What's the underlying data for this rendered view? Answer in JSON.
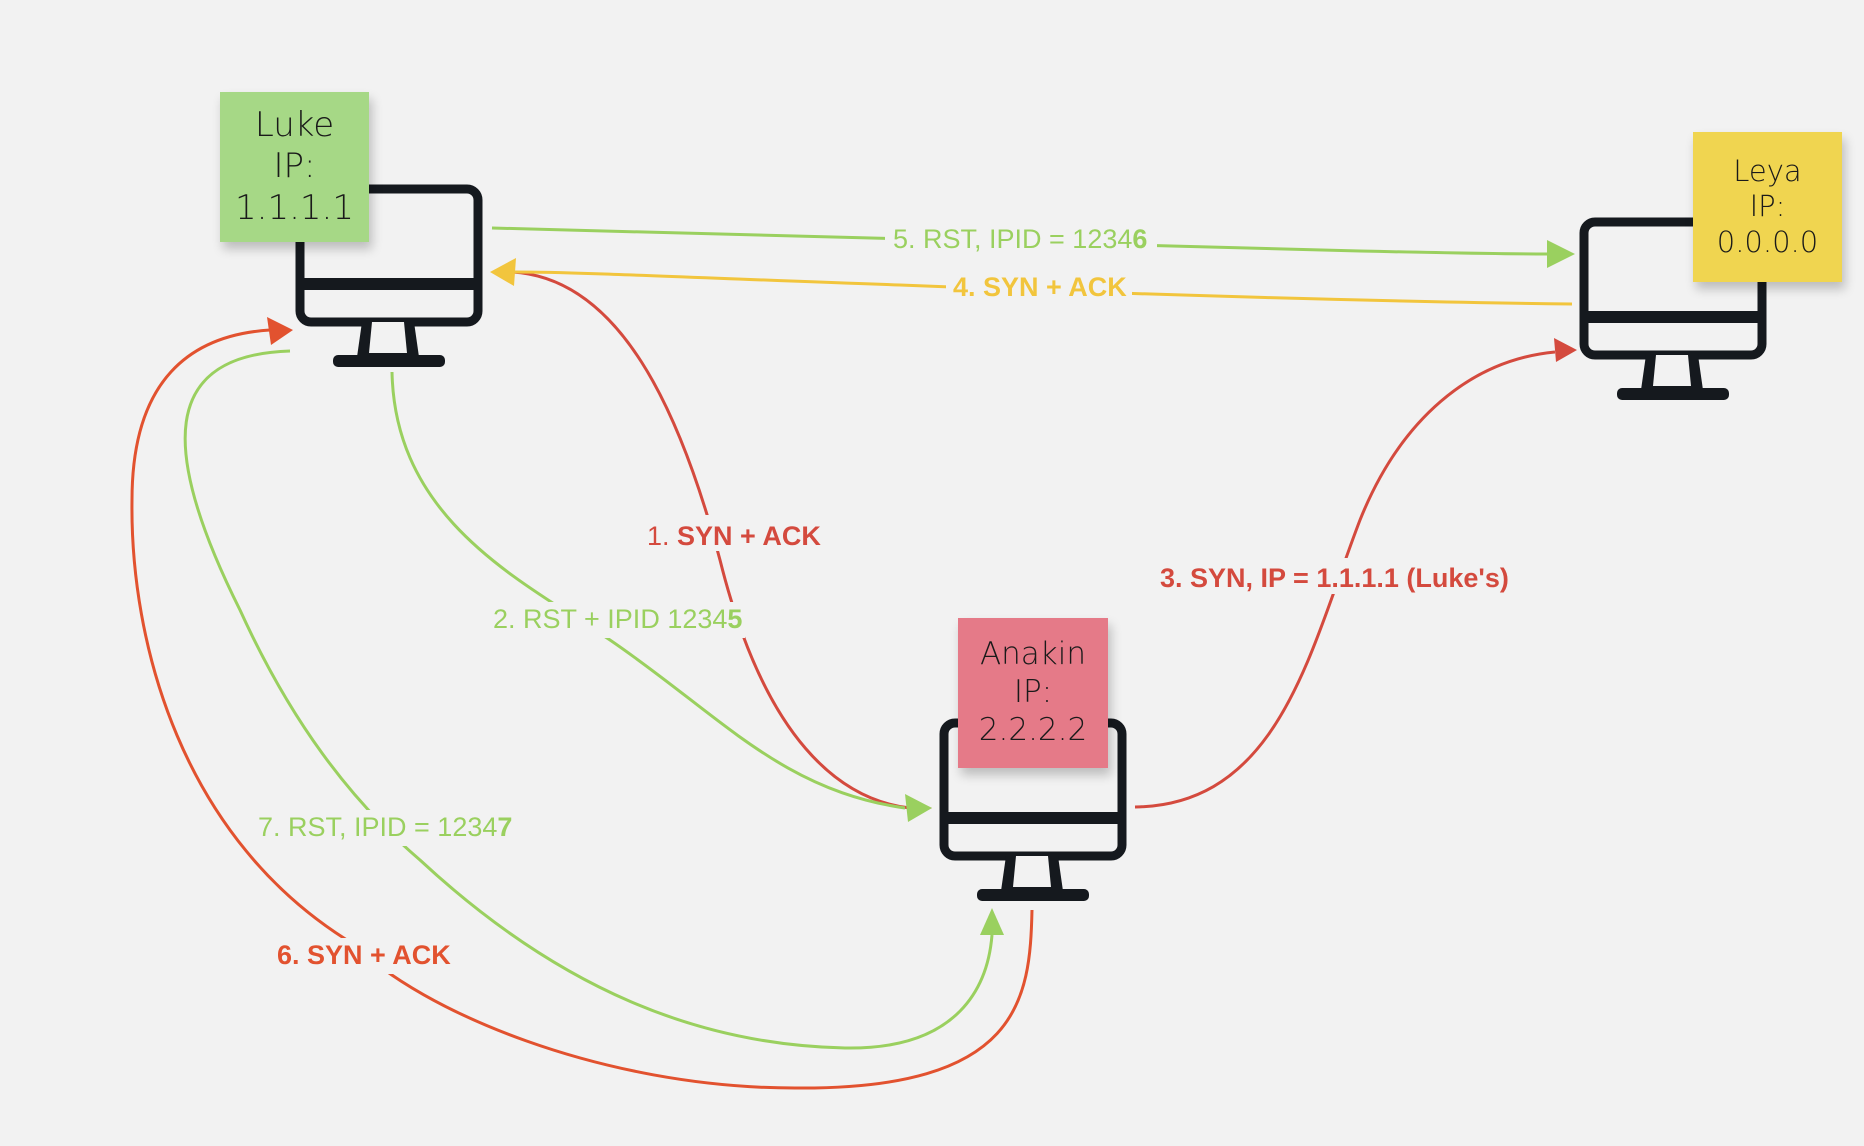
{
  "colors": {
    "green": "#9ad05f",
    "yellow": "#f2c53d",
    "red": "#d44a3e",
    "orange_red": "#e2522f",
    "monitor": "#15191e",
    "background": "#f2f2f2"
  },
  "nodes": {
    "luke": {
      "line1": "Luke",
      "line2": "IP: 1.1.1.1",
      "note_color": "#a6d886"
    },
    "leya": {
      "line1": "Leya",
      "line2": "IP:",
      "line3": "0.0.0.0",
      "note_color": "#f0d550"
    },
    "anakin": {
      "line1": "Anakin",
      "line2": "IP:",
      "line3": "2.2.2.2",
      "note_color": "#e57a88"
    }
  },
  "edges": {
    "e1": {
      "prefix": "1. ",
      "text": "SYN + ACK"
    },
    "e2": {
      "prefix": "2. RST + IPID 1234",
      "suffix": "5"
    },
    "e3": {
      "text": "3. SYN, IP = 1.1.1.1 (Luke's)"
    },
    "e4": {
      "text": "4. SYN + ACK"
    },
    "e5": {
      "prefix": "5. RST, IPID = 1234",
      "suffix": "6"
    },
    "e6": {
      "text": "6. SYN + ACK"
    },
    "e7": {
      "prefix": "7. RST, IPID = 1234",
      "suffix": "7"
    }
  },
  "icons": [
    "computer-monitor-icon",
    "sticky-note"
  ]
}
